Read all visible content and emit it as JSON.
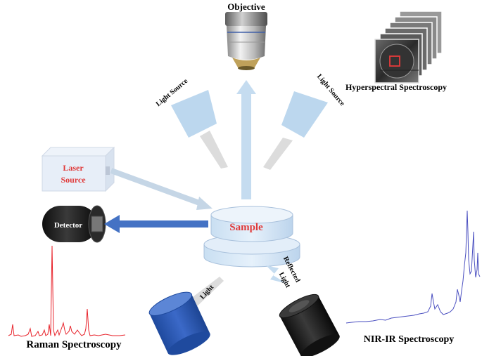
{
  "labels": {
    "objective": "Objective",
    "hyperspectral": "Hyperspectral Spectroscopy",
    "light_source_left": "Light Source",
    "light_source_right": "Light Source",
    "laser_line1": "Laser",
    "laser_line2": "Source",
    "detector": "Detector",
    "sample": "Sample",
    "light": "Light",
    "reflected_line1": "Reflected",
    "reflected_line2": "Light",
    "raman": "Raman Spectroscopy",
    "nir_ir": "NIR-IR Spectroscopy"
  },
  "colors": {
    "light_blue": "#bcd7ee",
    "light_blue_arrow": "#c5dcf0",
    "dark_blue_arrow": "#4472c4",
    "cylinder_blue": "#2f59b5",
    "red_label": "#e03a3a",
    "raman_line": "#e8232b",
    "nir_line": "#4a4fc0",
    "detector_dark": "#1e1e1e"
  },
  "icons": {
    "objective": "microscope-objective-icon",
    "light_source": "light-source-icon",
    "laser": "laser-box-icon",
    "detector": "detector-icon",
    "sample": "sample-stage-icon",
    "light_emitter": "light-cylinder-icon",
    "reflected_detector": "reflected-detector-icon",
    "hyperspectral_stack": "hyperspectral-image-stack-icon"
  }
}
